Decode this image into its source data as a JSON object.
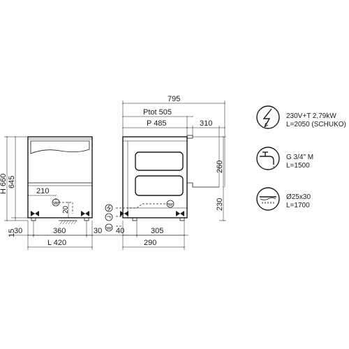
{
  "front_view": {
    "width_labels": {
      "side_left": "30",
      "inner": "360",
      "side_right": "30",
      "total": "L 420"
    },
    "height_labels": {
      "total": "H 660",
      "body": "645",
      "feet": "15"
    },
    "drain_labels": {
      "horizontal": "210",
      "vertical": "20"
    }
  },
  "side_view": {
    "depth_labels": {
      "overall": "795",
      "ptot": "Ptot 505",
      "p": "P 485",
      "rear": "310"
    },
    "bottom_labels": {
      "offset": "40",
      "span": "305",
      "total": "290"
    },
    "height_labels": {
      "upper": "260",
      "lower": "230"
    }
  },
  "connections": [
    {
      "icon": "electric-lightning-icon",
      "line1": "230V+T 2,79kW",
      "line2": "L=2050 (SCHUKO)"
    },
    {
      "icon": "water-tap-icon",
      "line1": "G 3/4\" M",
      "line2": "L=1500"
    },
    {
      "icon": "drain-icon",
      "line1": "Ø25x30",
      "line2": "L=1700"
    }
  ]
}
